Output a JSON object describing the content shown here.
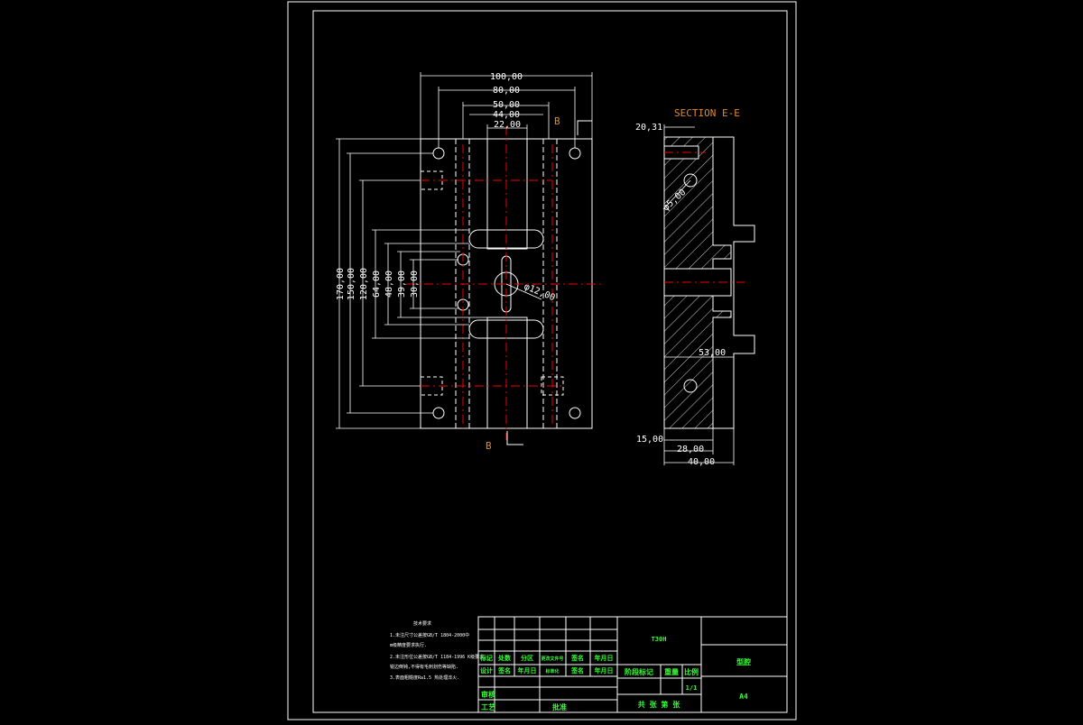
{
  "colors": {
    "background": "#000000",
    "lines": "#ffffff",
    "centerline": "#ee0000",
    "section_label": "#e08a2a",
    "title_text": "#33ff33"
  },
  "front_view": {
    "dims_horizontal": [
      "100,00",
      "80,00",
      "50,00",
      "44,00",
      "22,00"
    ],
    "dims_vertical": [
      "170,00",
      "150,00",
      "120,00",
      "64,00",
      "48,00",
      "39,00",
      "30,00"
    ],
    "hole_label": "φ12,00",
    "section_marks": [
      "B",
      "B"
    ]
  },
  "section_view": {
    "title": "SECTION E-E",
    "dims": [
      "20,31",
      "φ5,00",
      "53,00",
      "15,00",
      "28,00",
      "40,00"
    ]
  },
  "notes": {
    "title": "技术要求",
    "lines": [
      "1.未注尺寸公差按GB/T 1804-2000中",
      "  m级精度要求执行.",
      "2.未注形位公差按GB/T 1184-1996 K级要求,",
      "  锐边倒钝,不得有毛刺划伤等缺陷.",
      "3.表面粗糙度Ra1.5 热处理淬火."
    ]
  },
  "title_block": {
    "part_name": "T30H",
    "drawing_name": "型腔",
    "sheet": "A4",
    "row1": [
      "标记",
      "处数",
      "分区",
      "更改文件号",
      "签名",
      "年月日"
    ],
    "row2": [
      "设计",
      "签名",
      "年月日",
      "标准化",
      "签名",
      "年月日"
    ],
    "row3": [
      "审核",
      "",
      "",
      "",
      "",
      ""
    ],
    "row4": [
      "工艺",
      "",
      "批准",
      "",
      "",
      ""
    ],
    "stage_mark": "阶段标记",
    "weight": "重量",
    "scale": "比例",
    "scale_value": "1/1",
    "sheets": "共 张 第 张"
  }
}
